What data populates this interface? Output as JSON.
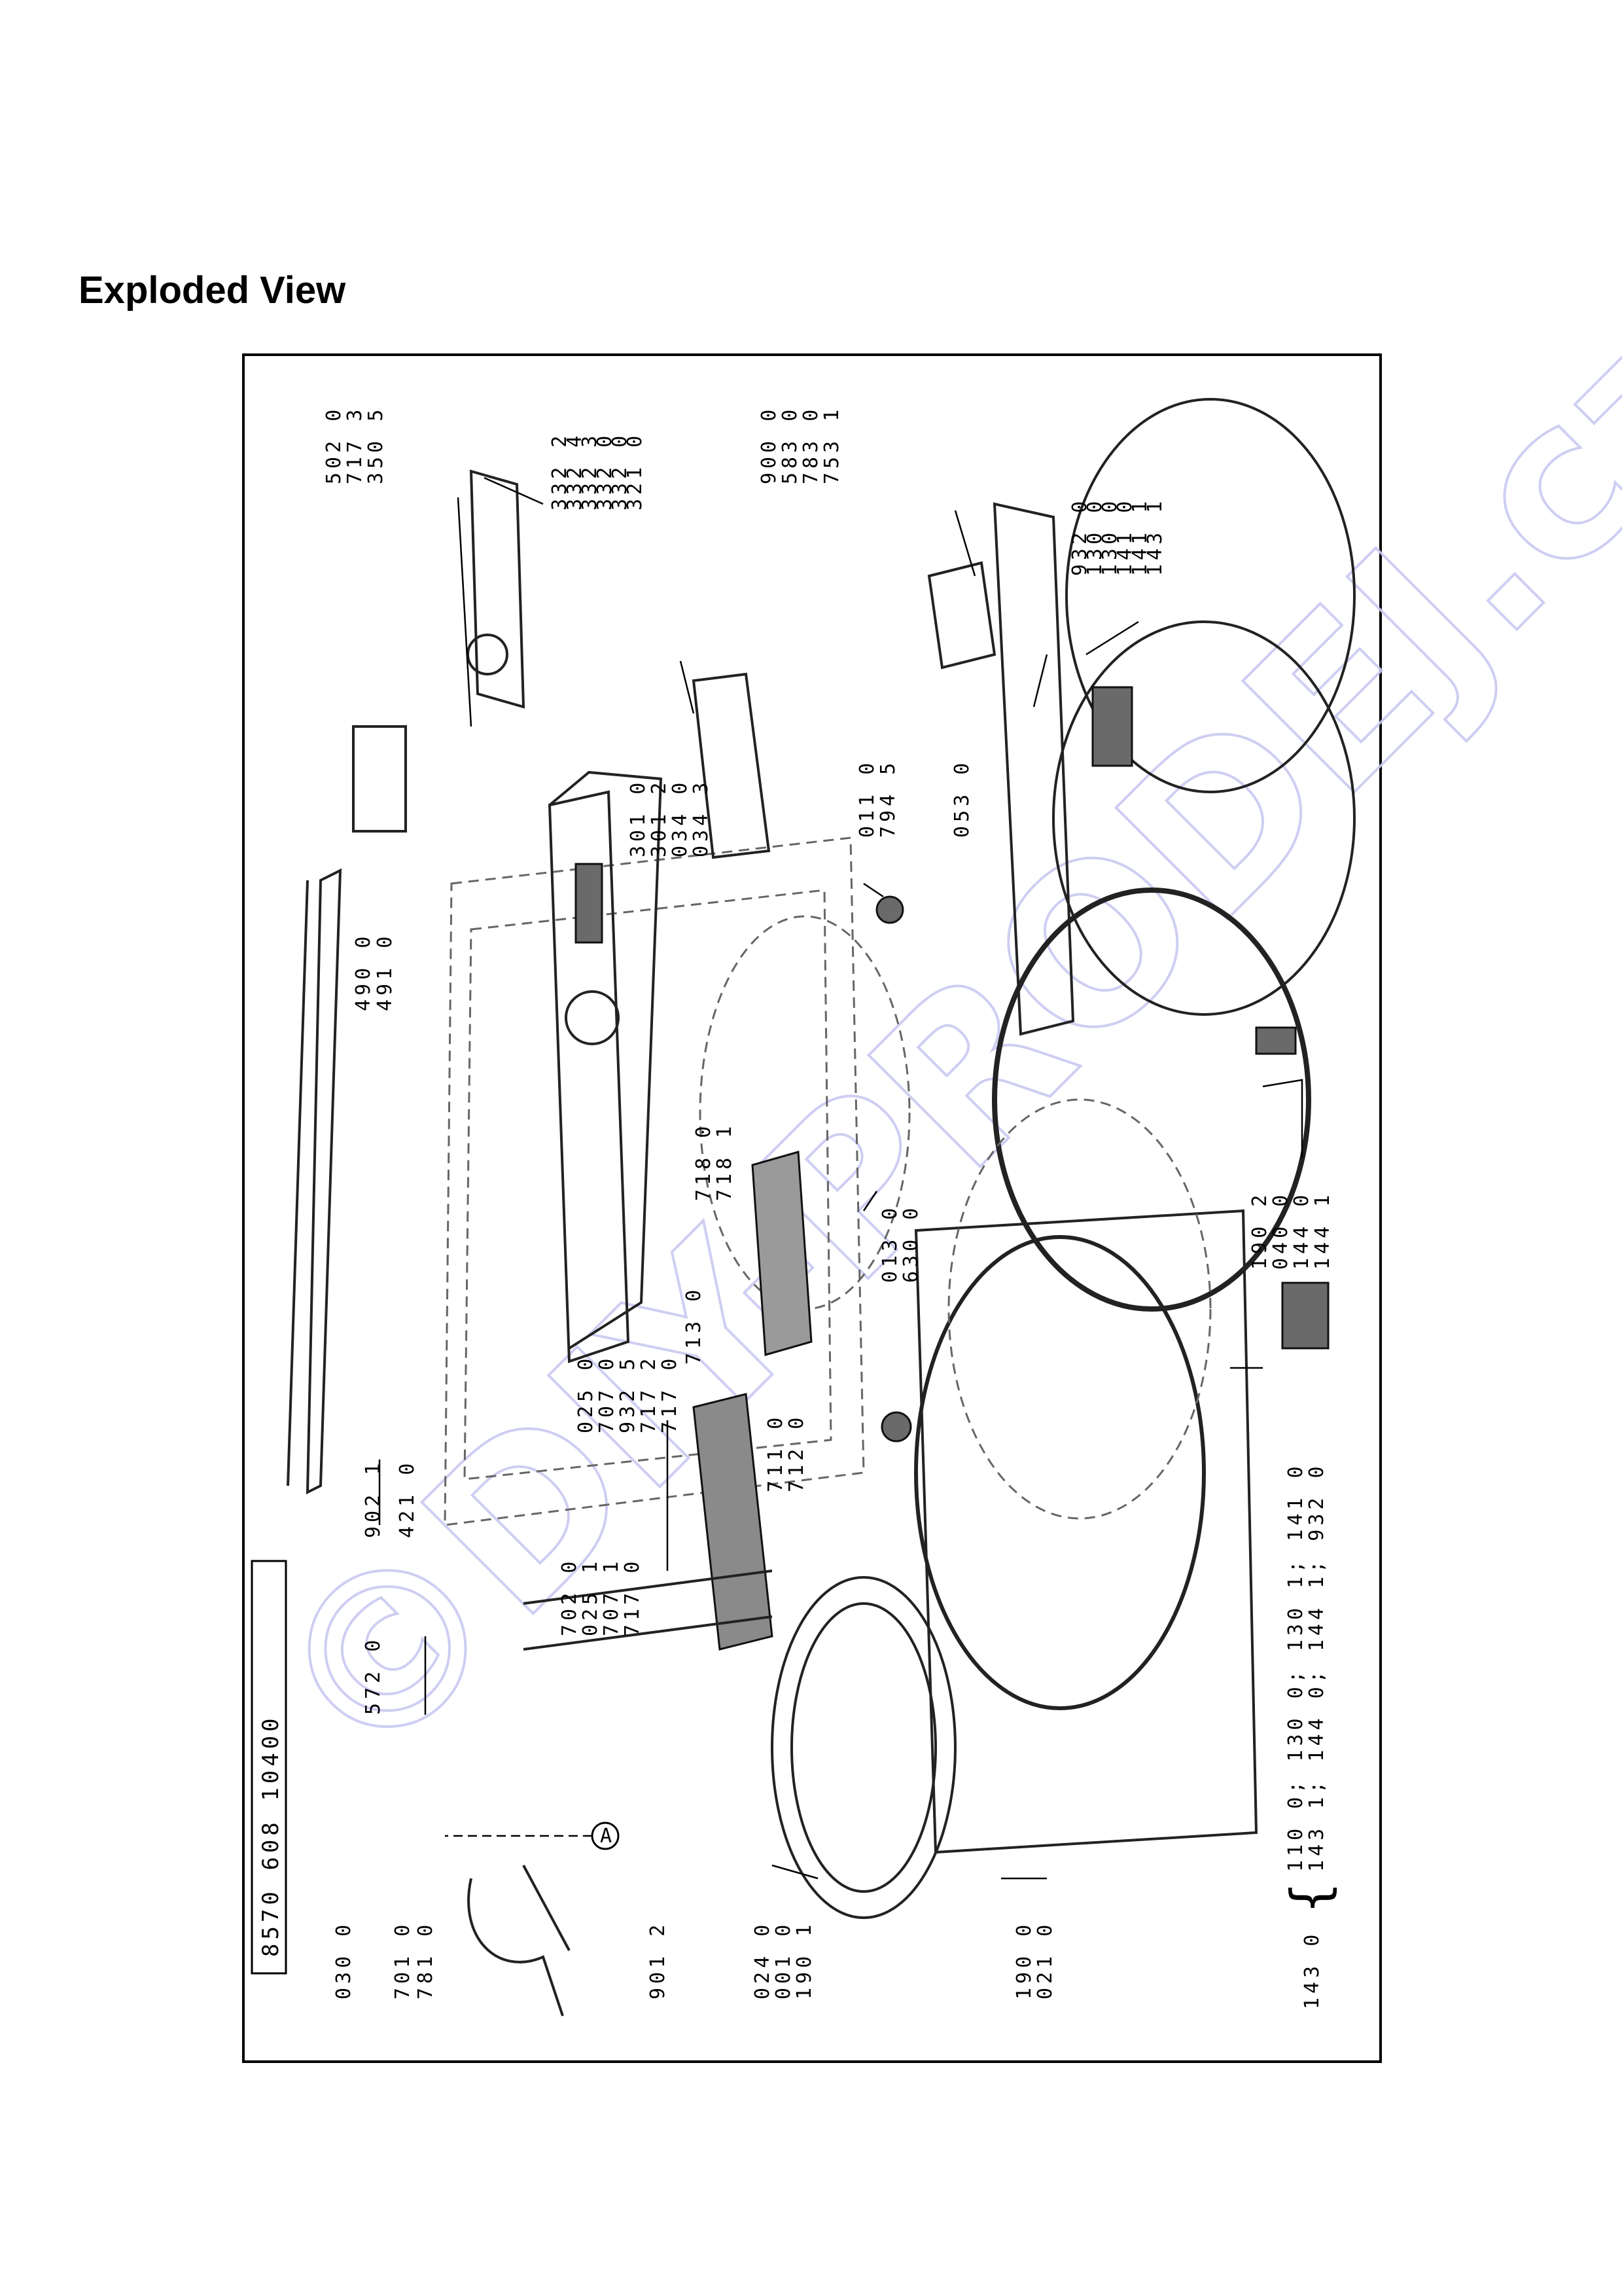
{
  "title": "Exploded View",
  "watermark": "©DIY-PRODEJ.cz",
  "model_code": "8570 608 10400",
  "label_groups": [
    {
      "id": "g1",
      "labels": [
        "030 0"
      ]
    },
    {
      "id": "g2",
      "labels": [
        "701 0",
        "781 0"
      ]
    },
    {
      "id": "g3",
      "labels": [
        "901 2"
      ]
    },
    {
      "id": "g4",
      "labels": [
        "024 0",
        "001 0",
        "190 1"
      ]
    },
    {
      "id": "g5",
      "labels": [
        "190 0",
        "021 0"
      ]
    },
    {
      "id": "g6",
      "labels": [
        "143 0"
      ]
    },
    {
      "id": "g6a",
      "labels": [
        "110 0; 130 0; 130 1; 141 0",
        "143 1; 144 0; 144 1; 932 0"
      ]
    },
    {
      "id": "g7",
      "labels": [
        "572 0"
      ]
    },
    {
      "id": "g8",
      "labels": [
        "902 1",
        "421 0"
      ]
    },
    {
      "id": "g9",
      "labels": [
        "490 0",
        "491 0"
      ]
    },
    {
      "id": "g10",
      "labels": [
        "502 0",
        "717 3",
        "350 5"
      ]
    },
    {
      "id": "g11",
      "labels": [
        "332 2",
        "332 4",
        "332 3",
        "332 0",
        "332 0",
        "321 0"
      ]
    },
    {
      "id": "g12",
      "labels": [
        "301 0",
        "301 2",
        "034 0",
        "034 3"
      ]
    },
    {
      "id": "g13",
      "labels": [
        "900 0",
        "583 0",
        "783 0",
        "753 1"
      ]
    },
    {
      "id": "g14",
      "labels": [
        "011 0",
        "794 5"
      ]
    },
    {
      "id": "g15",
      "labels": [
        "053 0"
      ]
    },
    {
      "id": "g16",
      "labels": [
        "932 0",
        "130 0",
        "130 0",
        "141 0",
        "141 1",
        "143 1"
      ]
    },
    {
      "id": "g17",
      "labels": [
        "025 0",
        "707 0",
        "932 5",
        "717 2",
        "717 0"
      ]
    },
    {
      "id": "g18",
      "labels": [
        "713 0"
      ]
    },
    {
      "id": "g19",
      "labels": [
        "718 0",
        "718 1"
      ]
    },
    {
      "id": "g20",
      "labels": [
        "013 0",
        "630 0"
      ]
    },
    {
      "id": "g21",
      "labels": [
        "190 2",
        "040 0",
        "144 0",
        "144 1"
      ]
    },
    {
      "id": "g22",
      "labels": [
        "711 0",
        "712 0"
      ]
    },
    {
      "id": "g23",
      "labels": [
        "702 0",
        "025 1",
        "707 1",
        "717 0"
      ]
    },
    {
      "id": "g24",
      "labels": [
        "A"
      ]
    }
  ]
}
